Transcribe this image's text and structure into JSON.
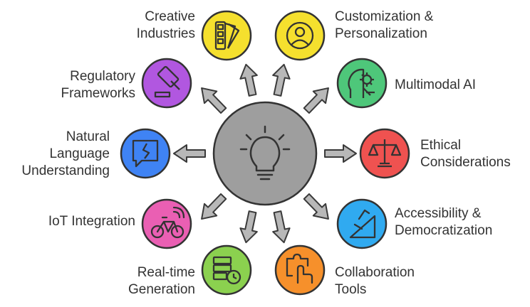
{
  "hub": {
    "icon": "lightbulb-icon",
    "color": "#9e9e9e"
  },
  "nodes": [
    {
      "id": "creative-industries",
      "lines": [
        "Creative",
        "Industries"
      ],
      "color": "#f5e02e",
      "icon": "color-swatch-icon"
    },
    {
      "id": "customization",
      "lines": [
        "Customization &",
        "Personalization"
      ],
      "color": "#f5e02e",
      "icon": "user-profile-icon"
    },
    {
      "id": "regulatory",
      "lines": [
        "Regulatory",
        "Frameworks"
      ],
      "color": "#b157e0",
      "icon": "gavel-icon"
    },
    {
      "id": "multimodal",
      "lines": [
        "Multimodal AI"
      ],
      "color": "#4ec77a",
      "icon": "ai-head-gear-icon"
    },
    {
      "id": "nlu",
      "lines": [
        "Natural",
        "Language",
        "Understanding"
      ],
      "color": "#3f83f4",
      "icon": "chat-bubble-icon"
    },
    {
      "id": "ethical",
      "lines": [
        "Ethical",
        "Considerations"
      ],
      "color": "#ef5250",
      "icon": "scales-icon"
    },
    {
      "id": "iot",
      "lines": [
        "IoT Integration"
      ],
      "color": "#ea5fb3",
      "icon": "connected-bike-icon"
    },
    {
      "id": "accessibility",
      "lines": [
        "Accessibility &",
        "Democratization"
      ],
      "color": "#30aaf0",
      "icon": "ramp-access-icon"
    },
    {
      "id": "realtime",
      "lines": [
        "Real-time",
        "Generation"
      ],
      "color": "#8bd14f",
      "icon": "server-clock-icon"
    },
    {
      "id": "collaboration",
      "lines": [
        "Collaboration",
        "Tools"
      ],
      "color": "#f6902b",
      "icon": "puzzle-hand-icon"
    }
  ]
}
